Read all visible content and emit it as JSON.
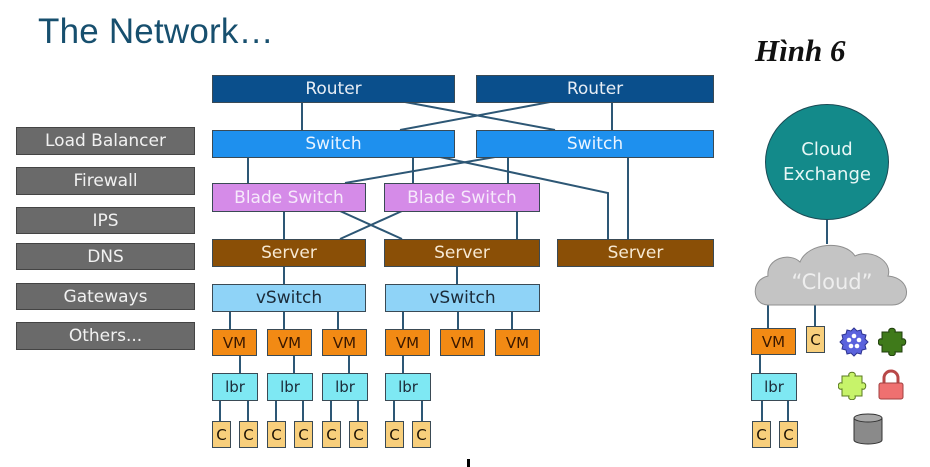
{
  "slide": {
    "title": "The Network…",
    "figure_label": "Hình 6"
  },
  "colors": {
    "title": "#174f6e",
    "router": "#0a4f8c",
    "switch": "#1e90ee",
    "blade_switch": "#d58be8",
    "server": "#8a4f06",
    "vswitch": "#8fd3f7",
    "vm": "#f28a14",
    "lbr": "#7ee8f3",
    "container": "#f8cf7c",
    "service": "#6a6a6a",
    "cloud_exchange": "#138a8a",
    "cloud": "#c4c4c4",
    "link": "#2d5775"
  },
  "services": [
    "Load Balancer",
    "Firewall",
    "IPS",
    "DNS",
    "Gateways",
    "Others..."
  ],
  "routers": [
    "Router",
    "Router"
  ],
  "switches": [
    "Switch",
    "Switch"
  ],
  "blade_switches": [
    "Blade Switch",
    "Blade Switch"
  ],
  "servers": [
    "Server",
    "Server",
    "Server"
  ],
  "vswitches": [
    "vSwitch",
    "vSwitch"
  ],
  "vm_label": "VM",
  "lbr_label": "lbr",
  "container_label": "C",
  "cloud_side": {
    "exchange_line1": "Cloud",
    "exchange_line2": "Exchange",
    "cloud_label": "“Cloud”",
    "vm_label": "VM",
    "lbr_label": "lbr",
    "container_label": "C",
    "icons": [
      "gear-icon",
      "puzzle-piece-dark-icon",
      "puzzle-piece-light-icon",
      "padlock-icon",
      "database-cylinder-icon"
    ]
  }
}
